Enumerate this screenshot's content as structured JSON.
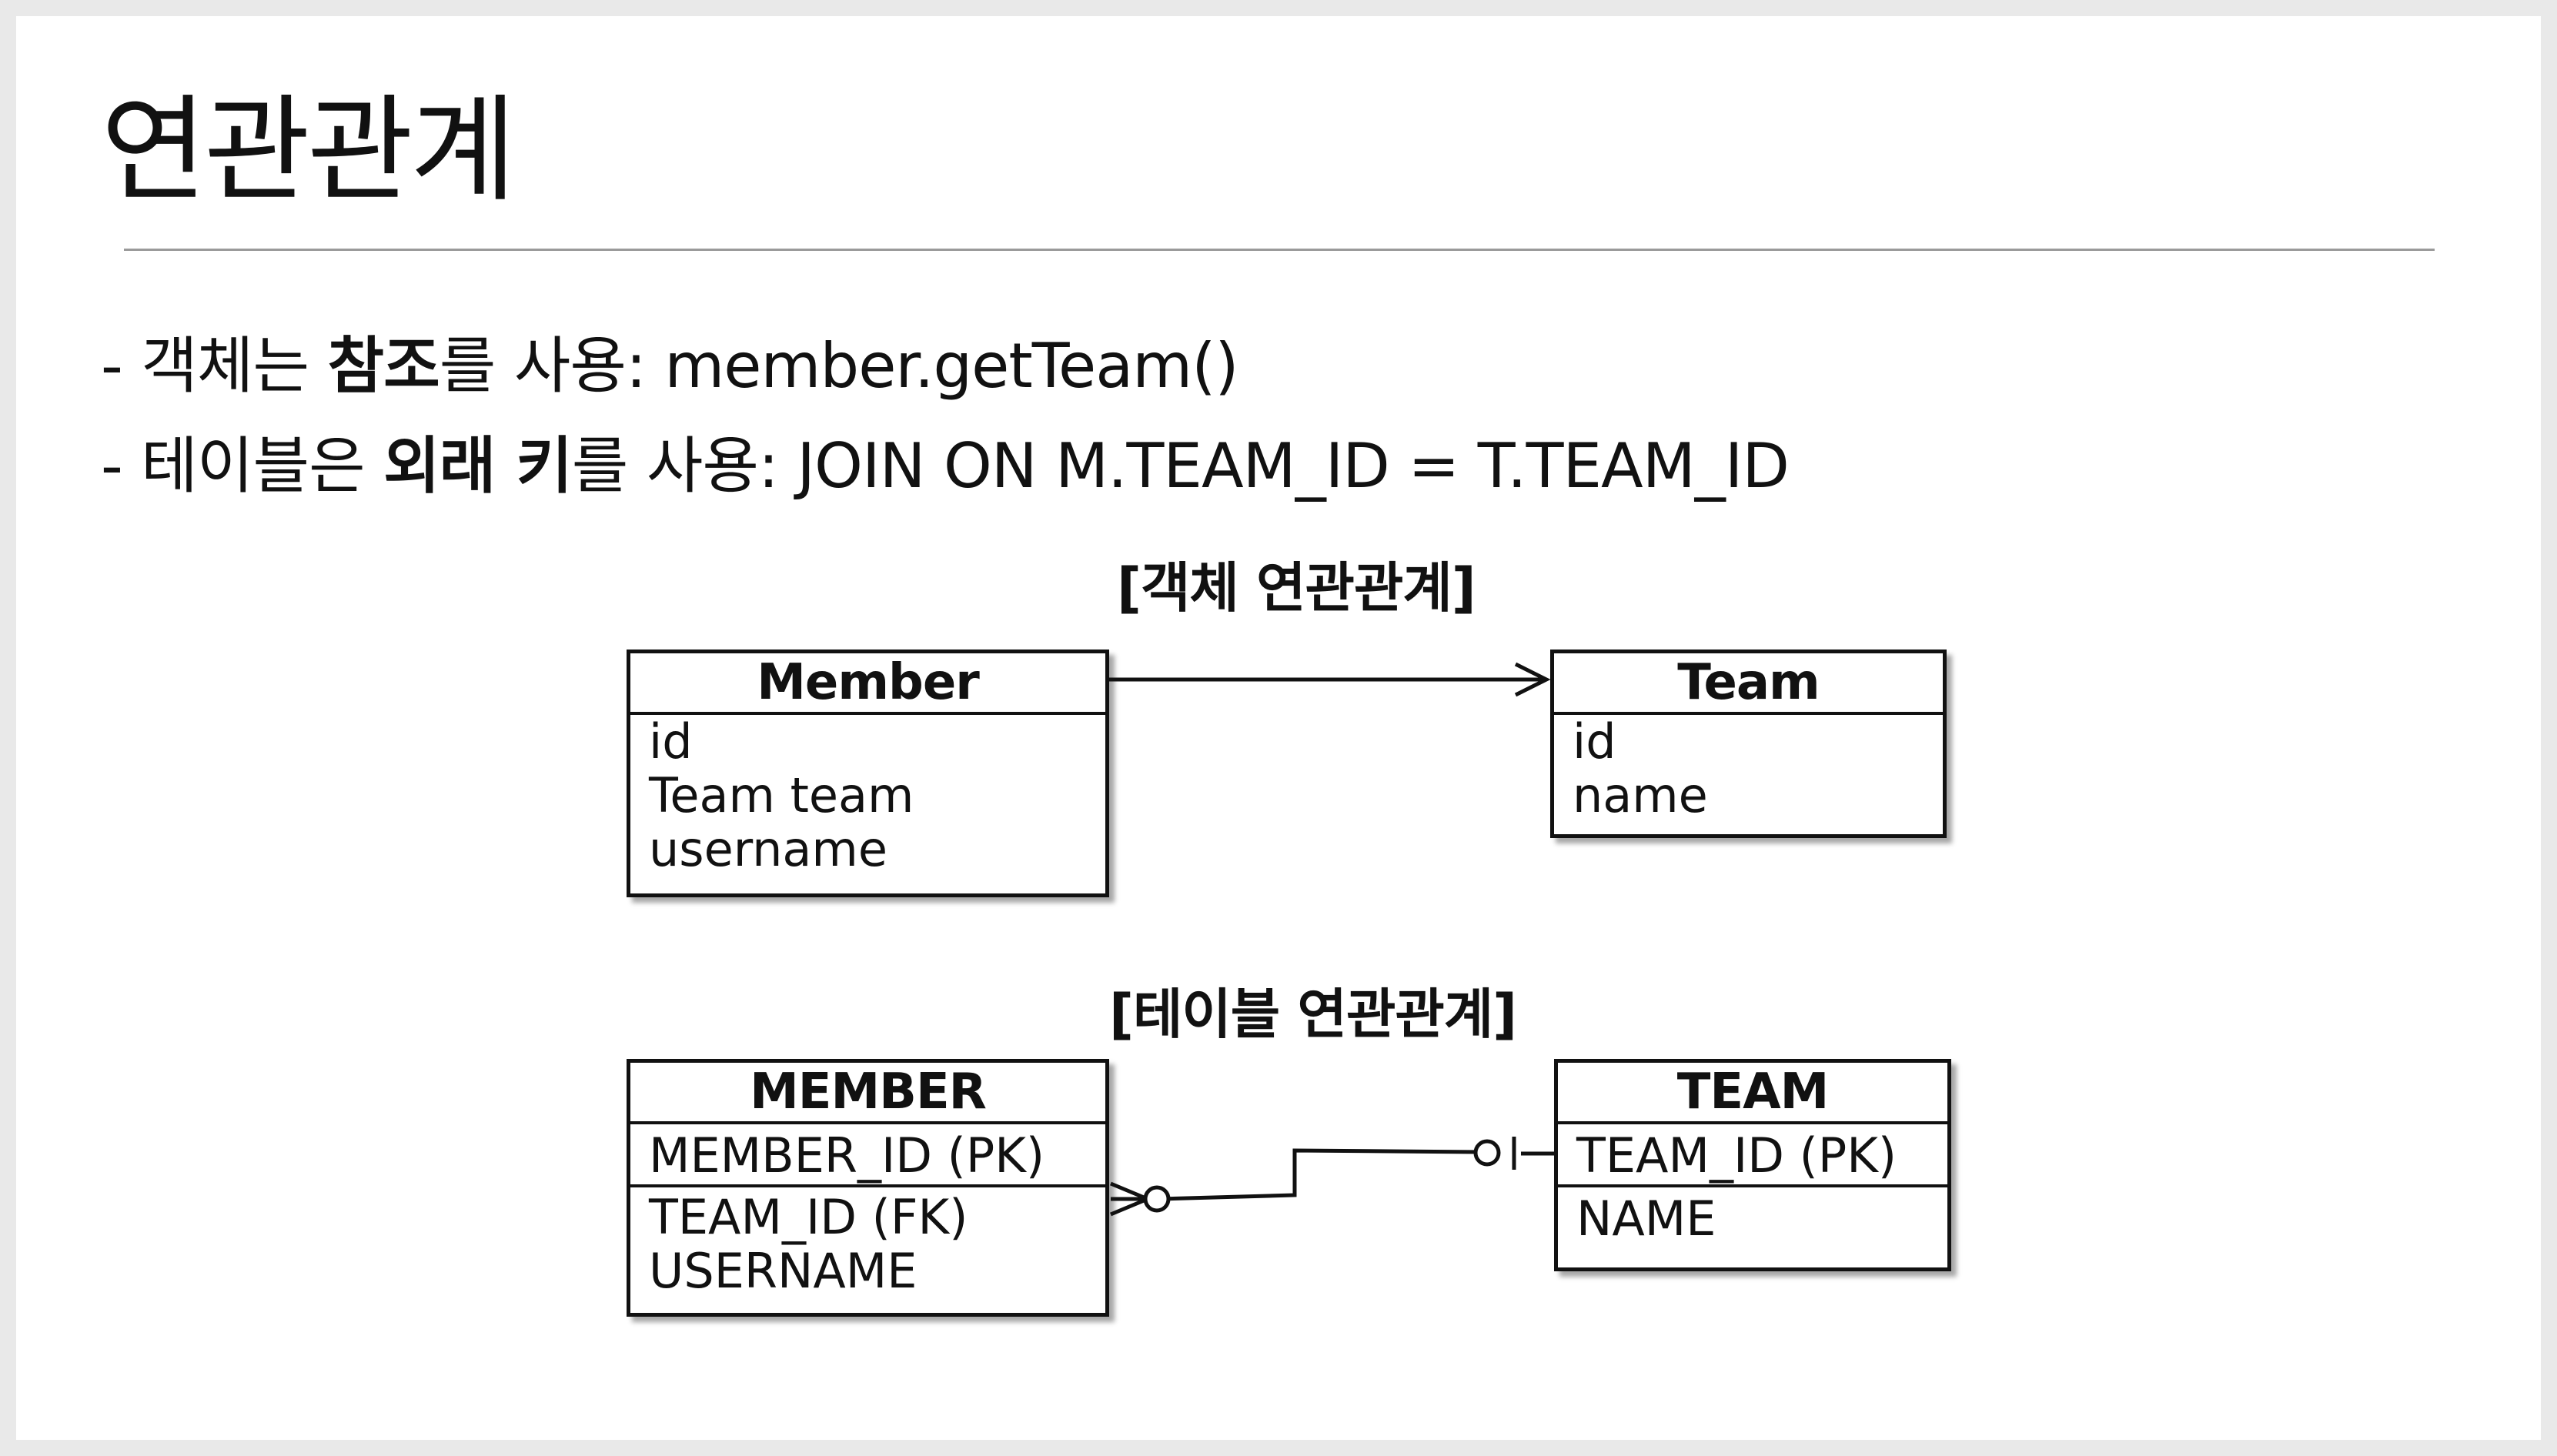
{
  "title": "연관관계",
  "bullets": [
    {
      "prefix": "- 객체는 ",
      "bold": "참조",
      "suffix": "를 사용: member.getTeam()"
    },
    {
      "prefix": "- 테이블은 ",
      "bold": "외래 키",
      "suffix": "를 사용: JOIN ON M.TEAM_ID = T.TEAM_ID"
    }
  ],
  "object_diagram": {
    "caption": "[객체 연관관계]",
    "member": {
      "name": "Member",
      "attributes": [
        "id",
        "Team team",
        "username"
      ]
    },
    "team": {
      "name": "Team",
      "attributes": [
        "id",
        "name"
      ]
    }
  },
  "table_diagram": {
    "caption": "[테이블 연관관계]",
    "member": {
      "name": "MEMBER",
      "rows": [
        "MEMBER_ID (PK)",
        "TEAM_ID (FK)",
        "USERNAME"
      ]
    },
    "team": {
      "name": "TEAM",
      "rows": [
        "TEAM_ID (PK)",
        "NAME"
      ]
    }
  }
}
